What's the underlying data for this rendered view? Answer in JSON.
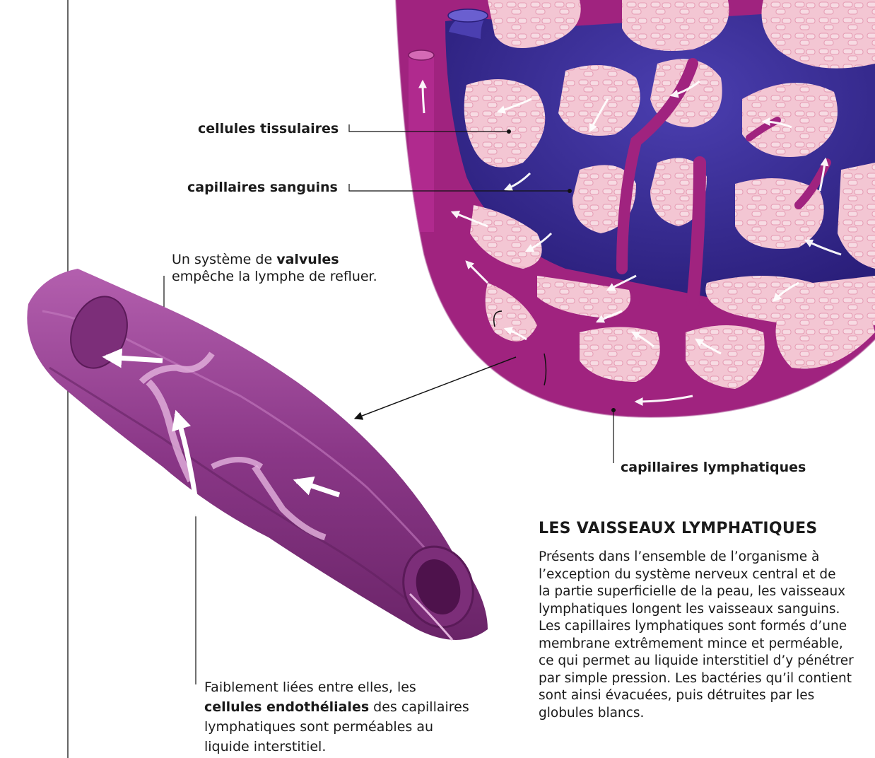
{
  "labels": {
    "tissue_cells": "cellules tissulaires",
    "blood_capillaries": "capillaires sanguins",
    "lymph_capillaries": "capillaires lymphatiques"
  },
  "valves_caption": {
    "before": "Un système de ",
    "bold": "valvules",
    "after": "empêche la lymphe de refluer."
  },
  "endothelial_caption": {
    "line1": "Faiblement liées entre elles, les",
    "bold": "cellules endothéliales",
    "line2_after": " des capillaires",
    "line3": "lymphatiques sont perméables au",
    "line4": "liquide interstitiel."
  },
  "section": {
    "title": "LES VAISSEAUX LYMPHATIQUES",
    "body": "Présents dans l’ensemble de l’organisme à\nl’exception du système nerveux central et de\nla partie superficielle de la peau, les vaisseaux\nlymphatiques longent les vaisseaux sanguins.\nLes capillaires lymphatiques sont formés d’une\nmembrane extrêmement mince et perméable,\nce qui permet au liquide interstitiel d’y pénétrer\npar simple pression. Les bactéries qu’il contient\nsont ainsi évacuées, puis détruites par les\nglobules blancs."
  },
  "colors": {
    "lymph_vessel": "#a0237f",
    "blood_vessel": "#3a2a8f",
    "tissue": "#f3c6d3",
    "tube": "#8e3a8a"
  }
}
